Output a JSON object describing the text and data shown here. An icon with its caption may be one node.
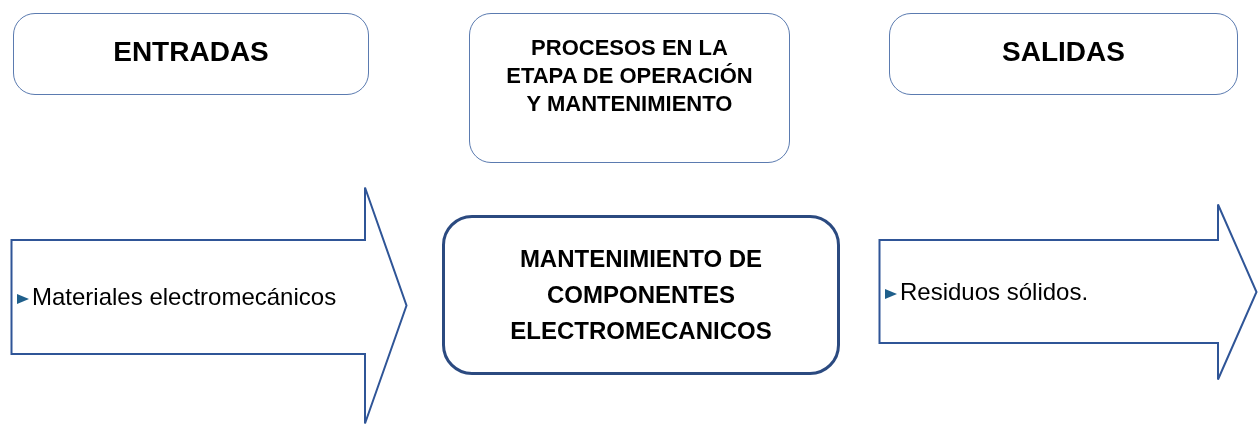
{
  "diagram": {
    "nodes": [
      {
        "text": [
          "ENTRADAS"
        ]
      },
      {
        "text": [
          "PROCESOS EN LA ETAPA DE OPERACIÓN Y MANTENIMIENTO"
        ]
      },
      {
        "text": [
          "SALIDAS"
        ]
      },
      {
        "text": [
          "Materiales electromecánicos"
        ]
      },
      {
        "text": [
          "MANTENIMIENTO DE COMPONENTES ELECTROMECANICOS"
        ]
      },
      {
        "text": [
          "Residuos sólidos."
        ]
      }
    ]
  }
}
